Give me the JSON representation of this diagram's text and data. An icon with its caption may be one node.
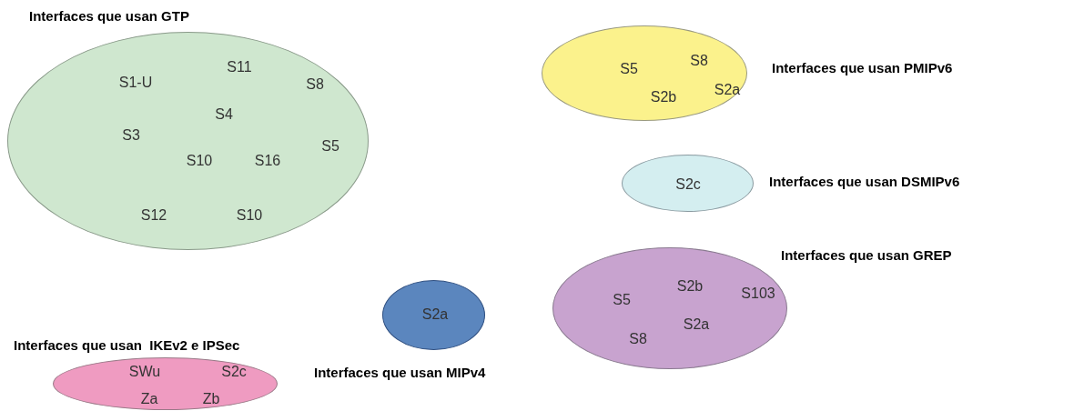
{
  "diagram": {
    "nodes": [
      {
        "text": [
          "Interfaces que usan GTP",
          "S1-U",
          "S11",
          "S8",
          "S4",
          "S3",
          "S10",
          "S16",
          "S5",
          "S12",
          "S10"
        ]
      },
      {
        "text": [
          "S5",
          "S8",
          "S2b",
          "S2a",
          "Interfaces que usan PMIPv6"
        ]
      },
      {
        "text": [
          "S2c",
          "Interfaces que usan DSMIPv6"
        ]
      },
      {
        "text": [
          "Interfaces que usan GREP",
          "S5",
          "S2b",
          "S103",
          "S2a",
          "S8"
        ]
      },
      {
        "text": [
          "Interfaces que usan  IKEv2 e IPSec",
          "SWu",
          "S2c",
          "Za",
          "Zb"
        ]
      },
      {
        "text": [
          "S2a",
          "Interfaces que usan MIPv4"
        ]
      }
    ]
  }
}
